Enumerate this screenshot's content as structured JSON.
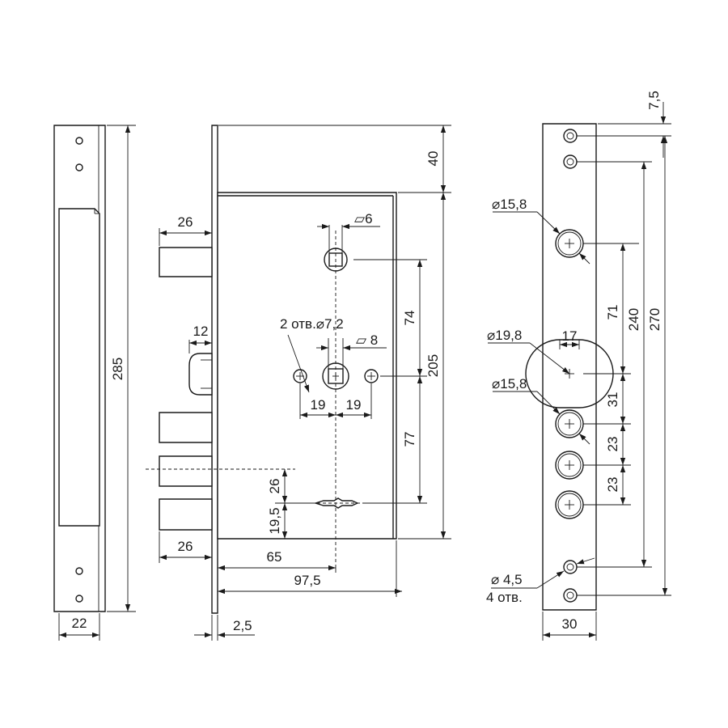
{
  "striker_plate": {
    "dim_height": "285",
    "dim_width": "22"
  },
  "lock_body": {
    "dim_bolt_top": "26",
    "dim_latch": "12",
    "dim_bolt_bottom": "26",
    "dim_backset": "65",
    "dim_depth": "97,5",
    "dim_faceplate_thickness": "2,5",
    "dim_top_offset": "40",
    "dim_body_height": "205",
    "dim_upper_spacing": "74",
    "dim_lower_spacing": "77",
    "dim_bolt_spacing": "26",
    "dim_bottom_offset": "19,5",
    "dim_hole_left": "19",
    "dim_hole_right": "19",
    "label_holes": "2 отв.⌀7,2",
    "label_square_top": "▱6",
    "label_square_mid": "▱ 8"
  },
  "faceplate": {
    "dim_top_margin": "7,5",
    "label_dia_upper": "⌀15,8",
    "label_dia_latch": "⌀19,8",
    "label_latch_width": "17",
    "label_dia_lower": "⌀15,8",
    "dim_71": "71",
    "dim_31": "31",
    "dim_23a": "23",
    "dim_23b": "23",
    "dim_240": "240",
    "dim_270": "270",
    "label_screw_holes": "⌀ 4,5",
    "label_screw_count": "4 отв.",
    "dim_width": "30"
  }
}
